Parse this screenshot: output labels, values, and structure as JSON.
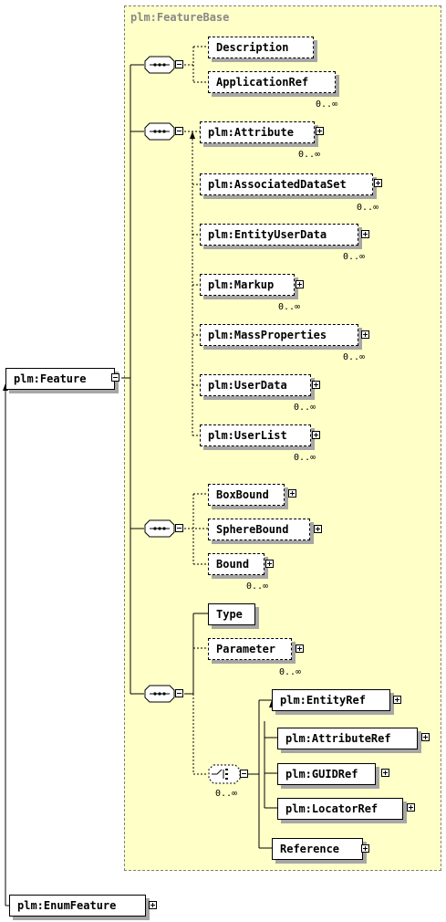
{
  "group": {
    "label": "plm:FeatureBase"
  },
  "root": {
    "label": "plm:Feature"
  },
  "enum": {
    "label": "plm:EnumFeature"
  },
  "elements": {
    "description": "Description",
    "applicationRef": "ApplicationRef",
    "attribute": "plm:Attribute",
    "associatedDataSet": "plm:AssociatedDataSet",
    "entityUserData": "plm:EntityUserData",
    "markup": "plm:Markup",
    "massProperties": "plm:MassProperties",
    "userData": "plm:UserData",
    "userList": "plm:UserList",
    "boxBound": "BoxBound",
    "sphereBound": "SphereBound",
    "bound": "Bound",
    "type": "Type",
    "parameter": "Parameter",
    "entityRef": "plm:EntityRef",
    "attributeRef": "plm:AttributeRef",
    "guidRef": "plm:GUIDRef",
    "locatorRef": "plm:LocatorRef",
    "reference": "Reference"
  },
  "cardinality": "0..∞",
  "colors": {
    "group_bg": "#ffffc8",
    "group_border": "#808080",
    "shadow": "#a6a6a6"
  }
}
